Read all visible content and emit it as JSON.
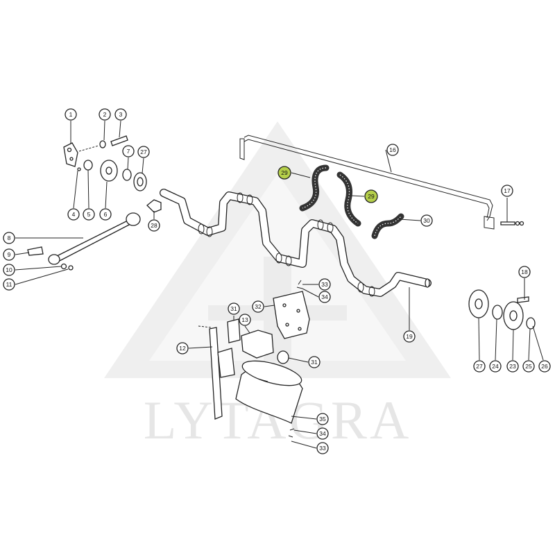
{
  "watermark": {
    "text": "LYTAGRA"
  },
  "colors": {
    "highlight": "#b5cf4a",
    "line": "#222222",
    "watermark": "#e6e6e6"
  },
  "callouts": [
    {
      "id": "c1",
      "label": "1"
    },
    {
      "id": "c2",
      "label": "2"
    },
    {
      "id": "c3",
      "label": "3"
    },
    {
      "id": "c4",
      "label": "4"
    },
    {
      "id": "c5",
      "label": "5"
    },
    {
      "id": "c6",
      "label": "6"
    },
    {
      "id": "c7",
      "label": "7"
    },
    {
      "id": "c27a",
      "label": "27"
    },
    {
      "id": "c28",
      "label": "28"
    },
    {
      "id": "c8",
      "label": "8"
    },
    {
      "id": "c9",
      "label": "9"
    },
    {
      "id": "c10",
      "label": "10"
    },
    {
      "id": "c11",
      "label": "11"
    },
    {
      "id": "c16",
      "label": "16"
    },
    {
      "id": "c17",
      "label": "17"
    },
    {
      "id": "c29a",
      "label": "29",
      "highlighted": true
    },
    {
      "id": "c29b",
      "label": "29",
      "highlighted": true
    },
    {
      "id": "c30",
      "label": "30"
    },
    {
      "id": "c33a",
      "label": "33"
    },
    {
      "id": "c34a",
      "label": "34"
    },
    {
      "id": "c31a",
      "label": "31"
    },
    {
      "id": "c32",
      "label": "32"
    },
    {
      "id": "c13",
      "label": "13"
    },
    {
      "id": "c12",
      "label": "12"
    },
    {
      "id": "c31b",
      "label": "31"
    },
    {
      "id": "c19",
      "label": "19"
    },
    {
      "id": "c18",
      "label": "18"
    },
    {
      "id": "c27b",
      "label": "27"
    },
    {
      "id": "c24",
      "label": "24"
    },
    {
      "id": "c23",
      "label": "23"
    },
    {
      "id": "c25",
      "label": "25"
    },
    {
      "id": "c26",
      "label": "26"
    },
    {
      "id": "c35",
      "label": "35"
    },
    {
      "id": "c34b",
      "label": "34"
    },
    {
      "id": "c33b",
      "label": "33"
    }
  ]
}
